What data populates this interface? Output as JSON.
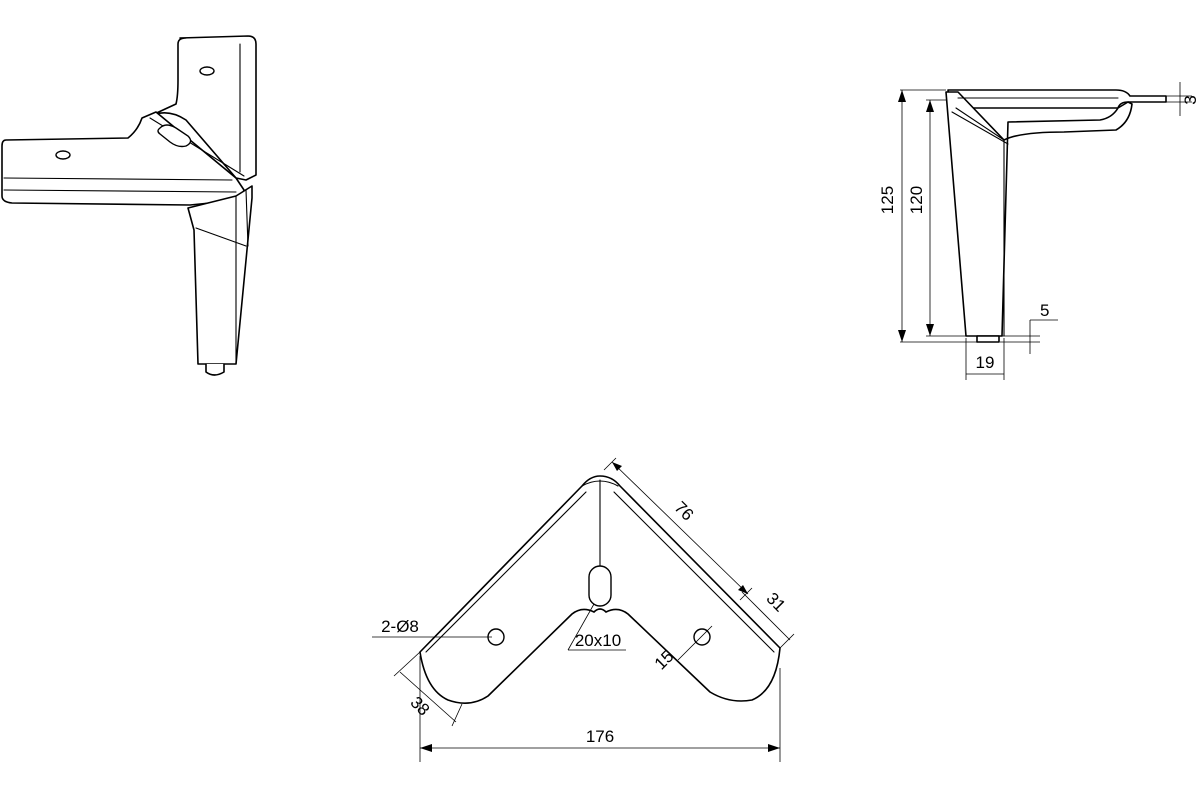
{
  "colors": {
    "line": "#000000",
    "background": "#ffffff"
  },
  "dimensions": {
    "total_height": "125",
    "body_height": "120",
    "plate_thickness": "3",
    "foot_height": "5",
    "foot_width": "19",
    "arm_length": "76",
    "arm_width": "31",
    "hole_offset": "15",
    "holes": "2-Ø8",
    "slot": "20x10",
    "arm_end_width": "38",
    "span": "176"
  }
}
